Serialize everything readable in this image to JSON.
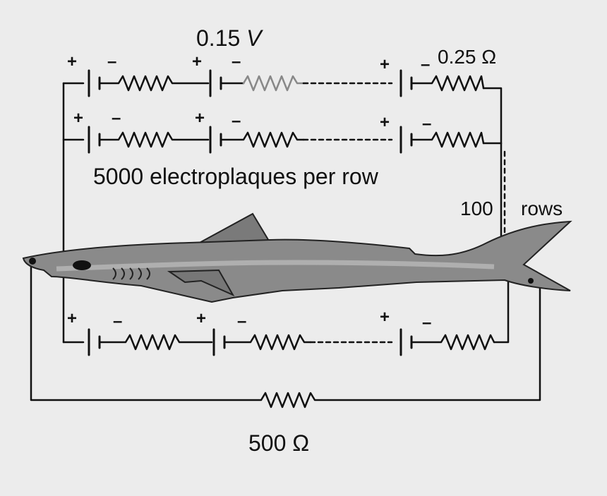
{
  "labels": {
    "cell_voltage": "0.15",
    "voltage_unit": "V",
    "cell_resistance": "0.25 Ω",
    "plaques_per_row": "5000 electroplaques per row",
    "rows_count": "100",
    "rows_word": "rows",
    "load_resistance": "500 Ω",
    "plus": "+",
    "minus": "–"
  },
  "colors": {
    "background": "#ececec",
    "ink": "#111111",
    "fish_body": "#8a8a8a",
    "fish_fin": "#7a7a7a",
    "fish_stripe": "#b3b3b3"
  }
}
